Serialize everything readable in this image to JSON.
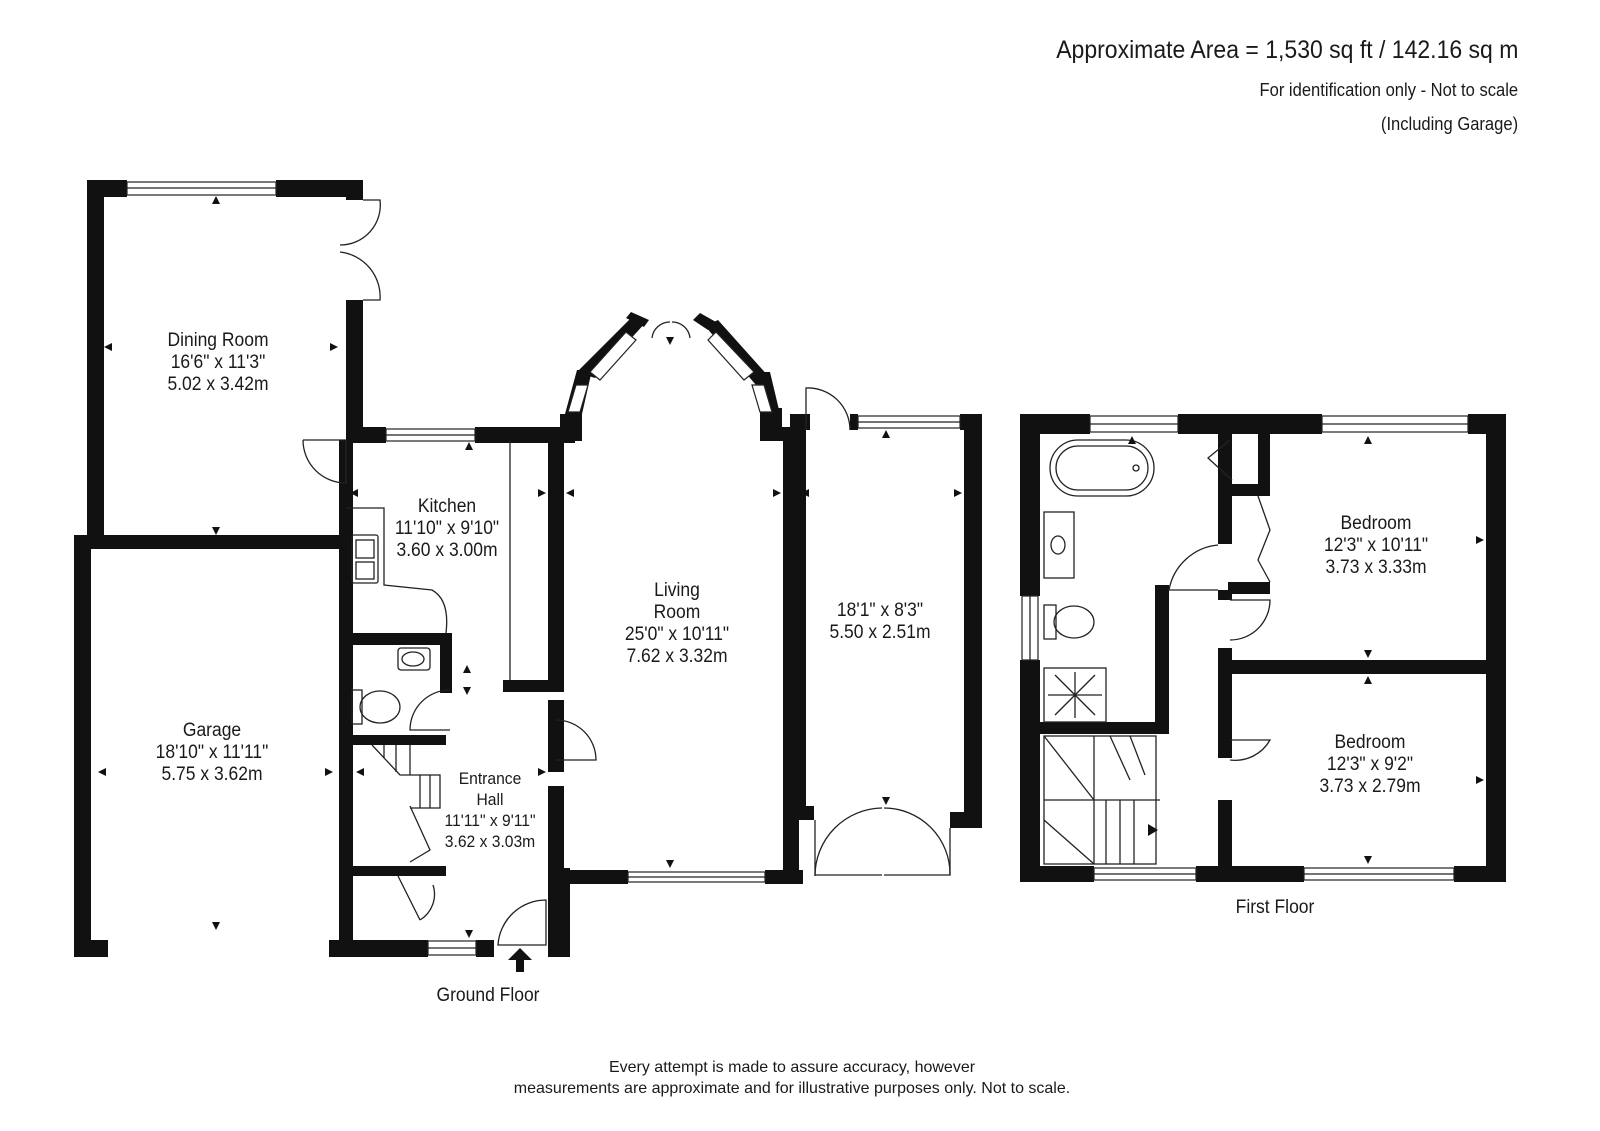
{
  "header": {
    "area": "Approximate Area = 1,530 sq ft / 142.16 sq m",
    "note": "For identification only - Not to scale",
    "including": "(Including Garage)"
  },
  "ground_floor": {
    "label": "Ground Floor",
    "rooms": [
      {
        "name": "Dining Room",
        "imperial": "16'6\" x 11'3\"",
        "metric": "5.02 x 3.42m"
      },
      {
        "name": "Kitchen",
        "imperial": "11'10\" x 9'10\"",
        "metric": "3.60 x 3.00m"
      },
      {
        "name": "Living Room",
        "imperial": "25'0\" x 10'11\"",
        "metric": "7.62 x 3.32m"
      },
      {
        "name": "",
        "imperial": "18'1\" x 8'3\"",
        "metric": "5.50 x 2.51m"
      },
      {
        "name": "Garage",
        "imperial": "18'10\" x 11'11\"",
        "metric": "5.75 x 3.62m"
      },
      {
        "name": "Entrance Hall",
        "imperial": "11'11\" x 9'11\"",
        "metric": "3.62 x 3.03m"
      }
    ],
    "living_line1": "Living",
    "living_line2": "Room",
    "hall_line1": "Entrance",
    "hall_line2": "Hall"
  },
  "first_floor": {
    "label": "First Floor",
    "rooms": [
      {
        "name": "Bedroom",
        "imperial": "12'3\" x 10'11\"",
        "metric": "3.73 x 3.33m"
      },
      {
        "name": "Bedroom",
        "imperial": "12'3\" x 9'2\"",
        "metric": "3.73 x 2.79m"
      }
    ]
  },
  "disclaimer": {
    "line1": "Every attempt is made to assure accuracy, however",
    "line2": "measurements are approximate and for illustrative purposes only. Not to scale."
  }
}
